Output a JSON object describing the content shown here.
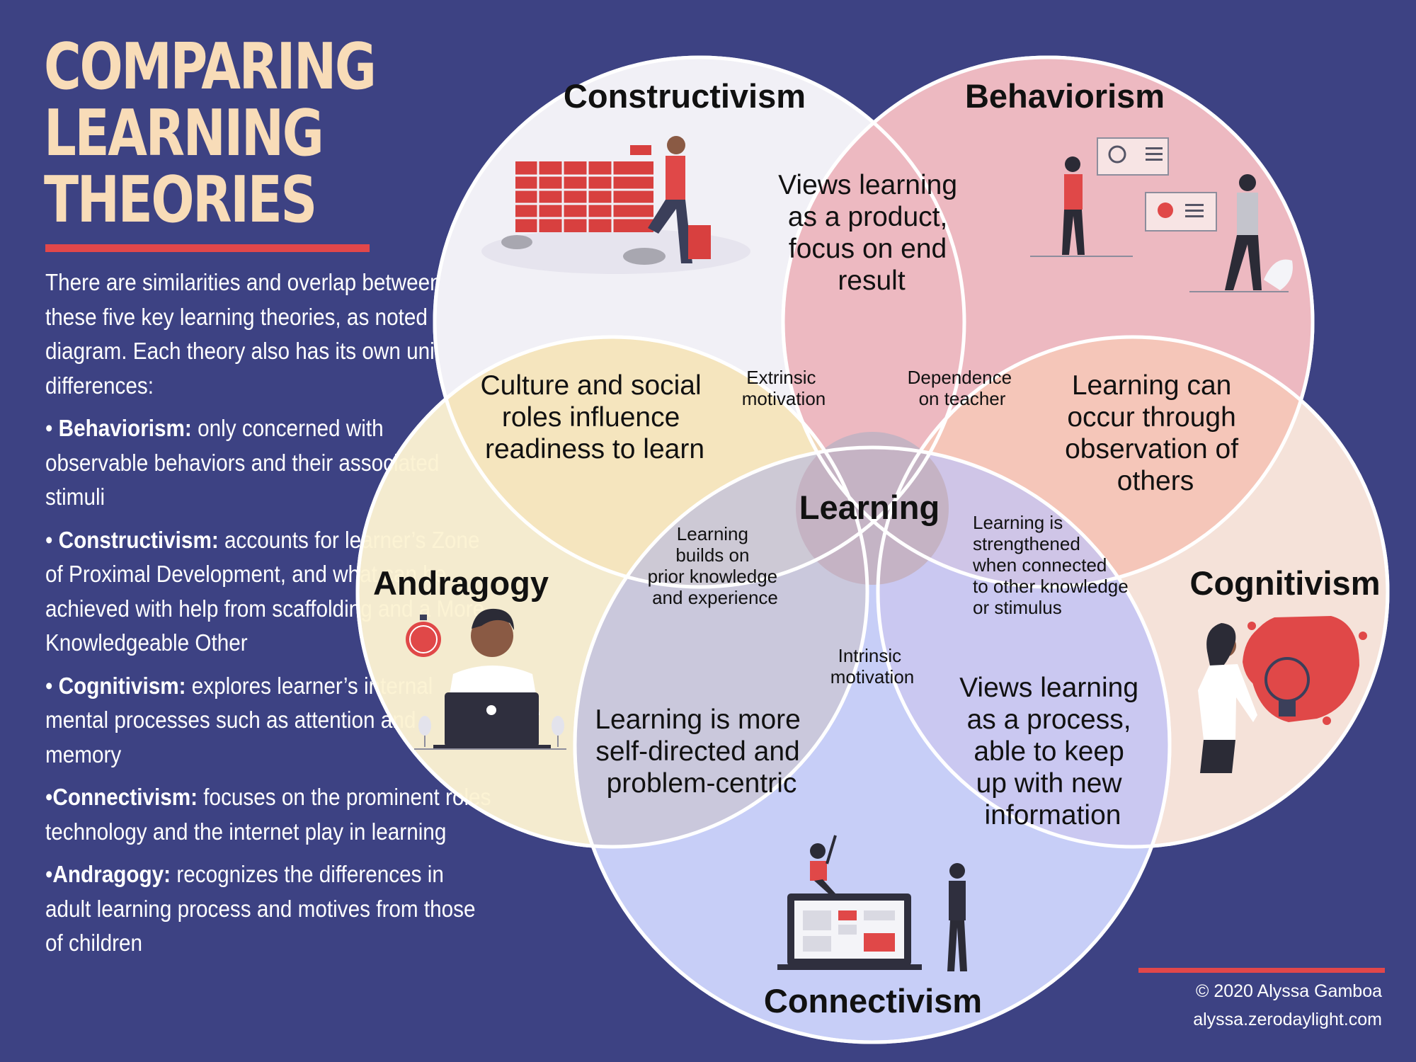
{
  "title_lines": [
    "COMPARING",
    "LEARNING",
    "THEORIES"
  ],
  "intro": "There are similarities and overlap between these five key learning theories, as noted in the diagram. Each theory also has its own unique differences:",
  "theories": [
    {
      "bullet": "• ",
      "name": "Behaviorism:",
      "text": " only concerned with observable behaviors and their associated stimuli"
    },
    {
      "bullet": "• ",
      "name": "Constructivism:",
      "text": " accounts for learner’s Zone of Proximal Development, and what can be achieved with help from scaffolding and a More Knowledgeable Other"
    },
    {
      "bullet": "• ",
      "name": "Cognitivism:",
      "text": " explores learner’s internal mental processes such as attention and memory"
    },
    {
      "bullet": "•",
      "name": "Connectivism:",
      "text": " focuses on the prominent roles technology and the internet play in learning"
    },
    {
      "bullet": "•",
      "name": "Andragogy:",
      "text": " recognizes the differences in adult learning process and motives from those of children"
    }
  ],
  "diagram": {
    "circles": {
      "constructivism": "Constructivism",
      "behaviorism": "Behaviorism",
      "andragogy": "Andragogy",
      "cognitivism": "Cognitivism",
      "connectivism": "Connectivism"
    },
    "center": "Learning",
    "overlaps": {
      "constructivism_behaviorism": [
        "Views learning",
        "as a product,",
        "focus on end",
        "result"
      ],
      "constructivism_andragogy": [
        "Culture and social",
        "roles influence",
        "readiness to learn"
      ],
      "behaviorism_cognitivism": [
        "Learning can",
        "occur through",
        "observation of",
        "others"
      ],
      "andragogy_connectivism": [
        "Learning is more",
        "self-directed and",
        "problem-centric"
      ],
      "cognitivism_connectivism": [
        "Views learning",
        "as a process,",
        "able to keep",
        "up with new",
        "information"
      ],
      "extrinsic": [
        "Extrinsic",
        "motivation"
      ],
      "dependence": [
        "Dependence",
        "on teacher"
      ],
      "prior_knowledge": [
        "Learning",
        "builds on",
        "prior knowledge",
        "and experience"
      ],
      "strengthened": [
        "Learning is",
        "strengthened",
        "when connected",
        "to other knowledge",
        "or stimulus"
      ],
      "intrinsic": [
        "Intrinsic",
        "motivation"
      ]
    },
    "colors": {
      "background": "#3d4283",
      "constructivism": "#f1f0f6",
      "behaviorism": "#f3bcbc",
      "andragogy": "#fcf3d2",
      "cognitivism": "#fde9dd",
      "connectivism": "#cbd3fb",
      "accent": "#e2474a",
      "title": "#f8dcb8"
    }
  },
  "footer": {
    "copyright": "© 2020 Alyssa Gamboa",
    "url": "alyssa.zerodaylight.com"
  }
}
